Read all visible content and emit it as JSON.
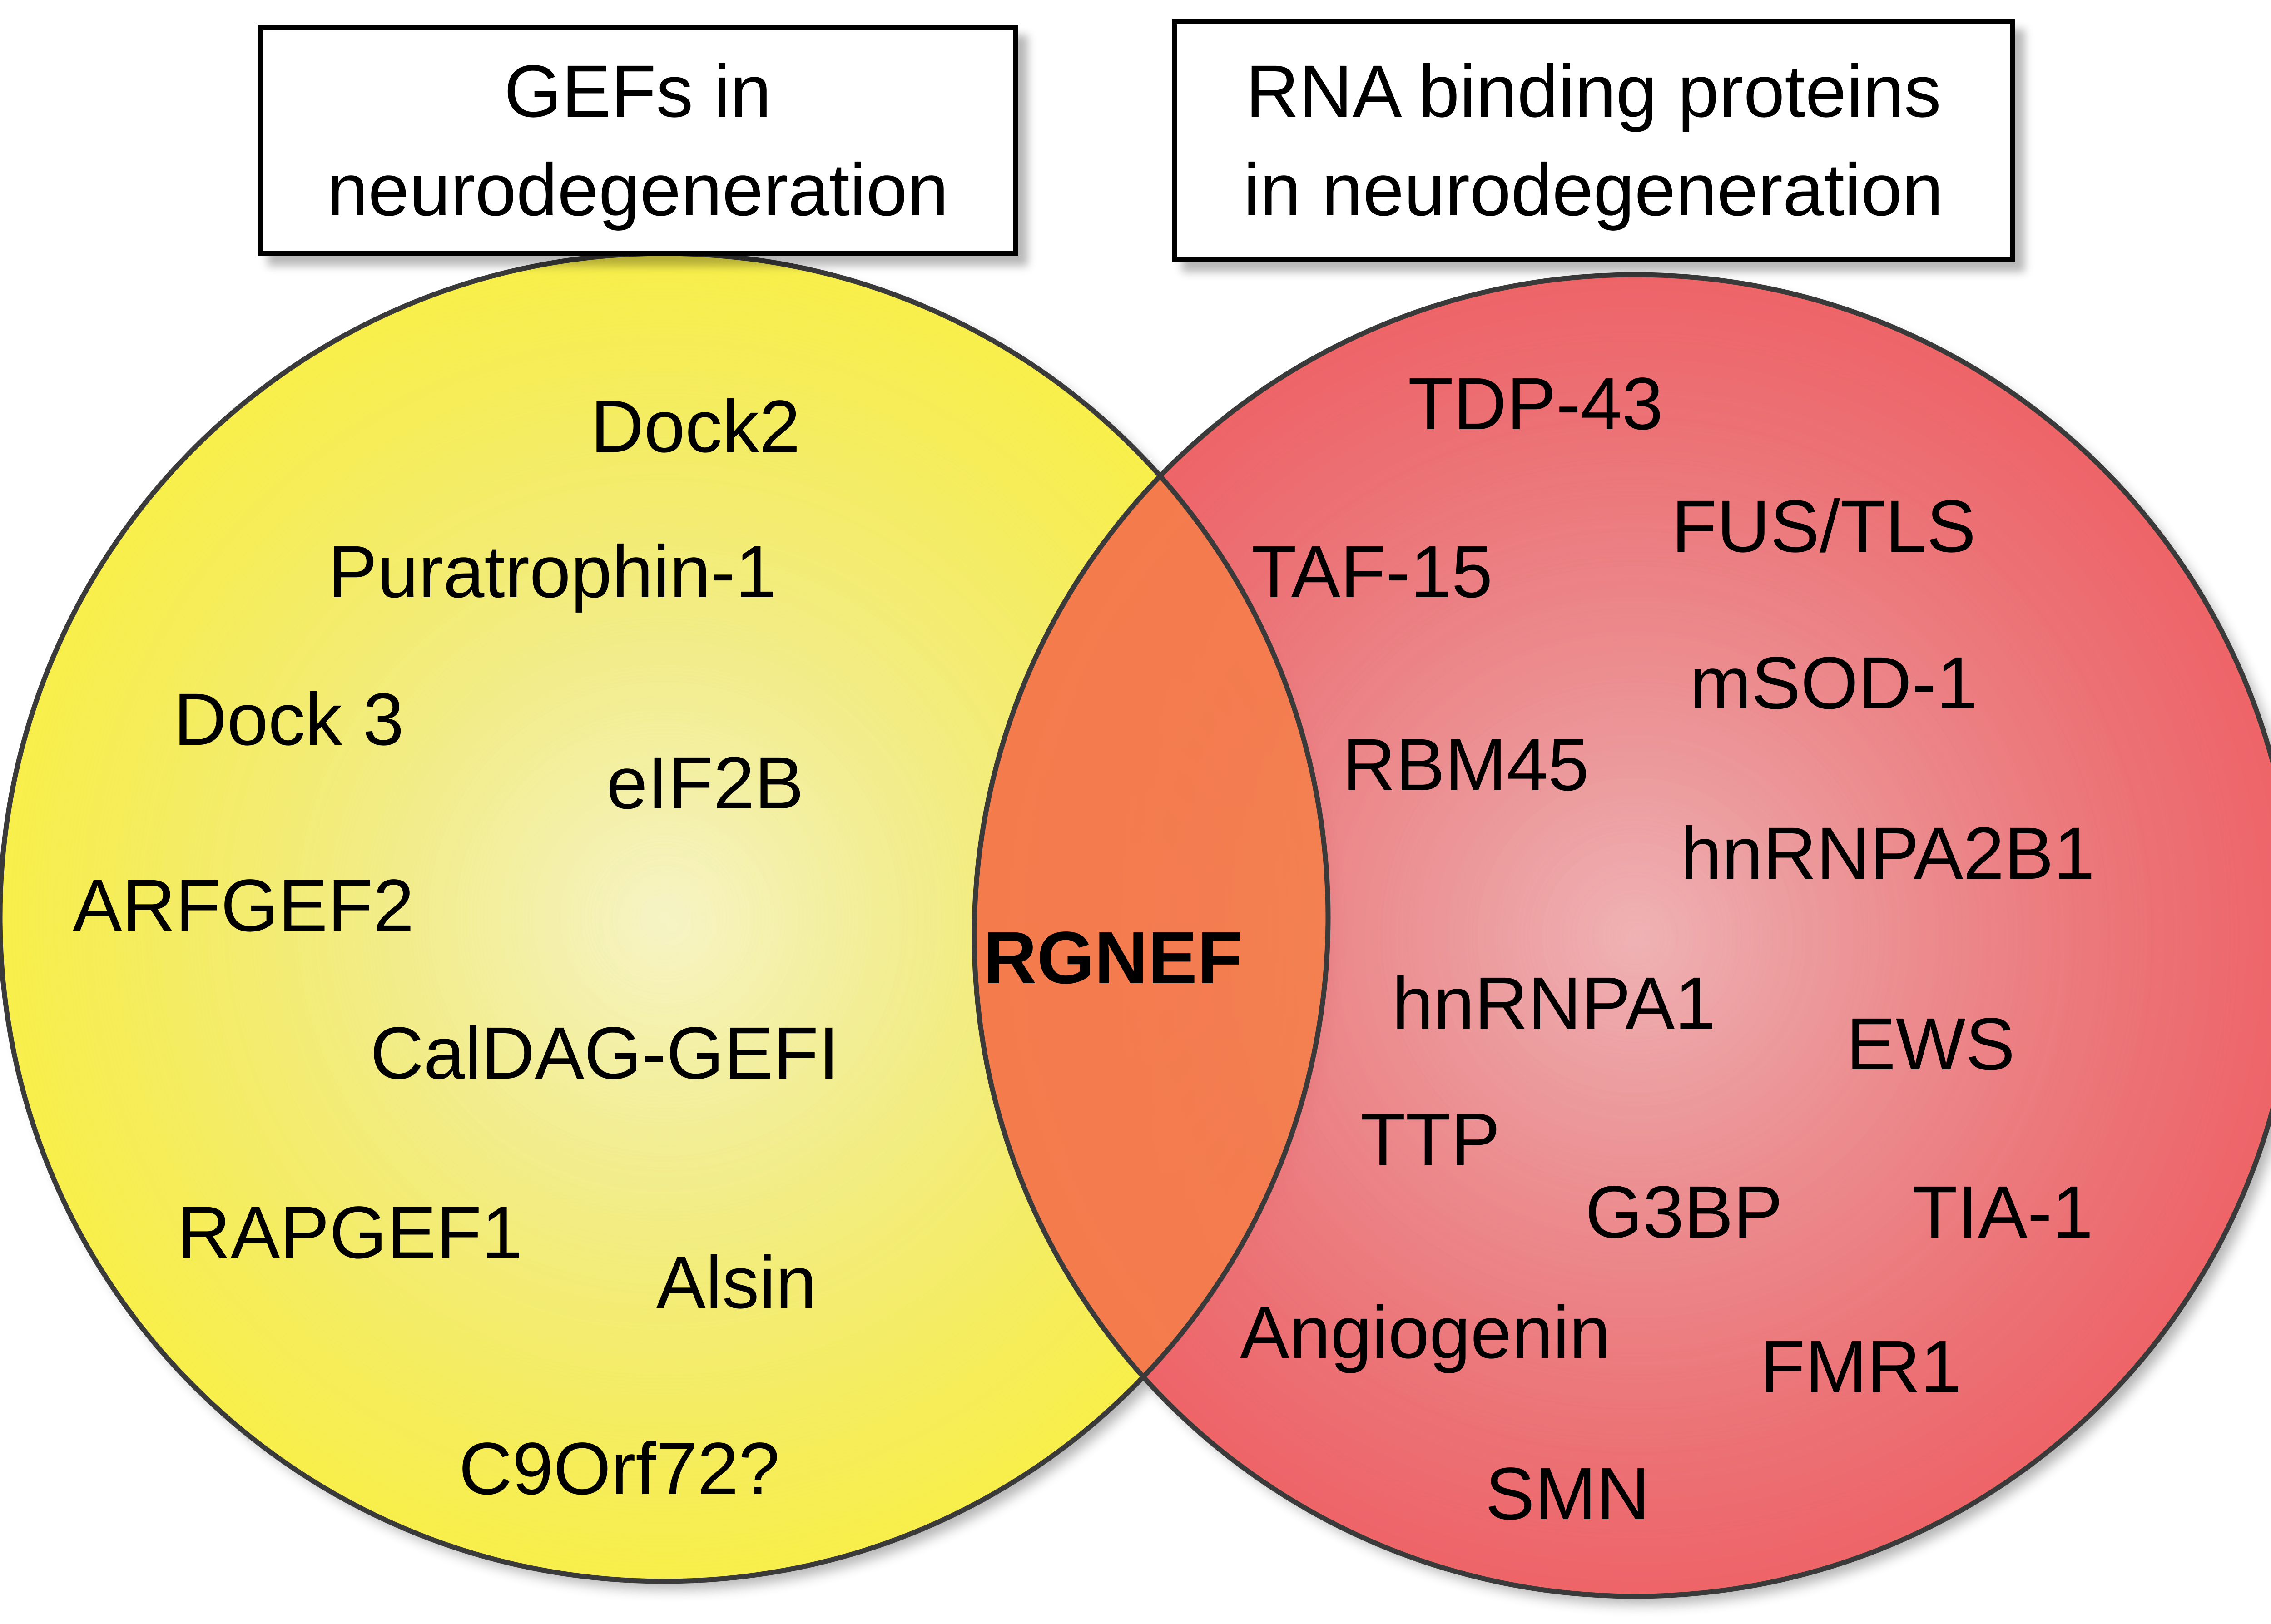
{
  "sets": {
    "left": {
      "title_line1": "GEFs in",
      "title_line2": "neurodegeneration",
      "fill_color": "#f8ef4a",
      "items": [
        "Dock2",
        "Puratrophin-1",
        "Dock 3",
        "eIF2B",
        "ARFGEF2",
        "CalDAG-GEFI",
        "RAPGEF1",
        "Alsin",
        "C9Orf72?"
      ]
    },
    "right": {
      "title_line1": "RNA binding proteins",
      "title_line2": "in neurodegeneration",
      "fill_color": "#ee6468",
      "items": [
        "TDP-43",
        "TAF-15",
        "FUS/TLS",
        "mSOD-1",
        "RBM45",
        "hnRNPA2B1",
        "hnRNPA1",
        "EWS",
        "TTP",
        "G3BP",
        "TIA-1",
        "Angiogenin",
        "FMR1",
        "SMN"
      ]
    },
    "intersection": {
      "label": "RGNEF",
      "fill_color": "#f47c4c"
    }
  }
}
